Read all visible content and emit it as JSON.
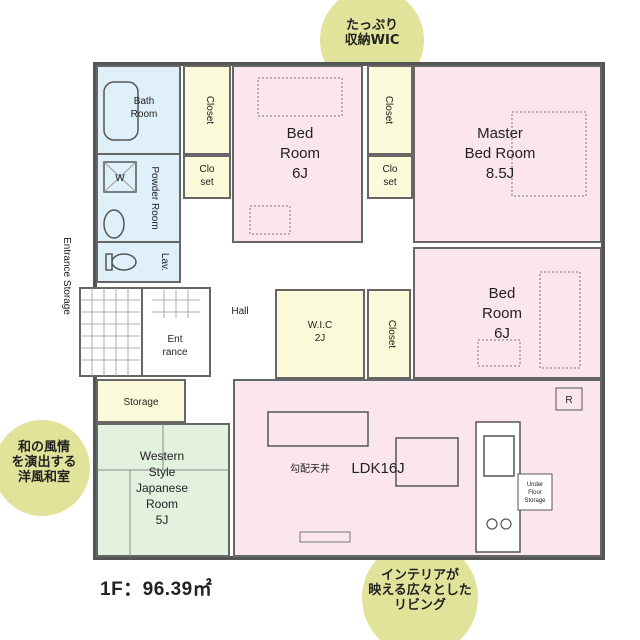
{
  "floor_label": "1F：96.39㎡",
  "callouts": {
    "wic_note": [
      "たっぷり",
      "収納WIC"
    ],
    "japanese_note": [
      "和の風情",
      "を演出する",
      "洋風和室"
    ],
    "living_note": [
      "インテリアが",
      "映える広々とした",
      "リビング"
    ]
  },
  "rooms": {
    "bath": [
      "Bath",
      "Room"
    ],
    "closet_a": "Closet",
    "bed_a": [
      "Bed",
      "Room",
      "6J"
    ],
    "closet_b": "Closet",
    "master": [
      "Master",
      "Bed Room",
      "8.5J"
    ],
    "closet_small_a": [
      "Clo",
      "set"
    ],
    "closet_small_b": [
      "Clo",
      "set"
    ],
    "washer": "W",
    "powder": "Powder Room",
    "lav": "Lav.",
    "entrance_storage": "Entrance Storage",
    "hall": "Hall",
    "wic": [
      "W.I.C",
      "2J"
    ],
    "closet_c": "Closet",
    "bed_b": [
      "Bed",
      "Room",
      "6J"
    ],
    "entrance": [
      "Ent",
      "rance"
    ],
    "storage": "Storage",
    "western": [
      "Western",
      "Style",
      "Japanese",
      "Room",
      "5J"
    ],
    "ldk_ceiling": "勾配天井",
    "ldk": "LDK16J",
    "underfloor": [
      "Under",
      "Floor",
      "Storage"
    ],
    "r_mark": "R"
  },
  "colors": {
    "pink": "#fbe6ef",
    "blue": "#dff0fa",
    "yellow": "#fbfbd9",
    "green": "#e3f1df",
    "white": "#ffffff",
    "wall": "#555555",
    "callout": "#e2e39a"
  }
}
